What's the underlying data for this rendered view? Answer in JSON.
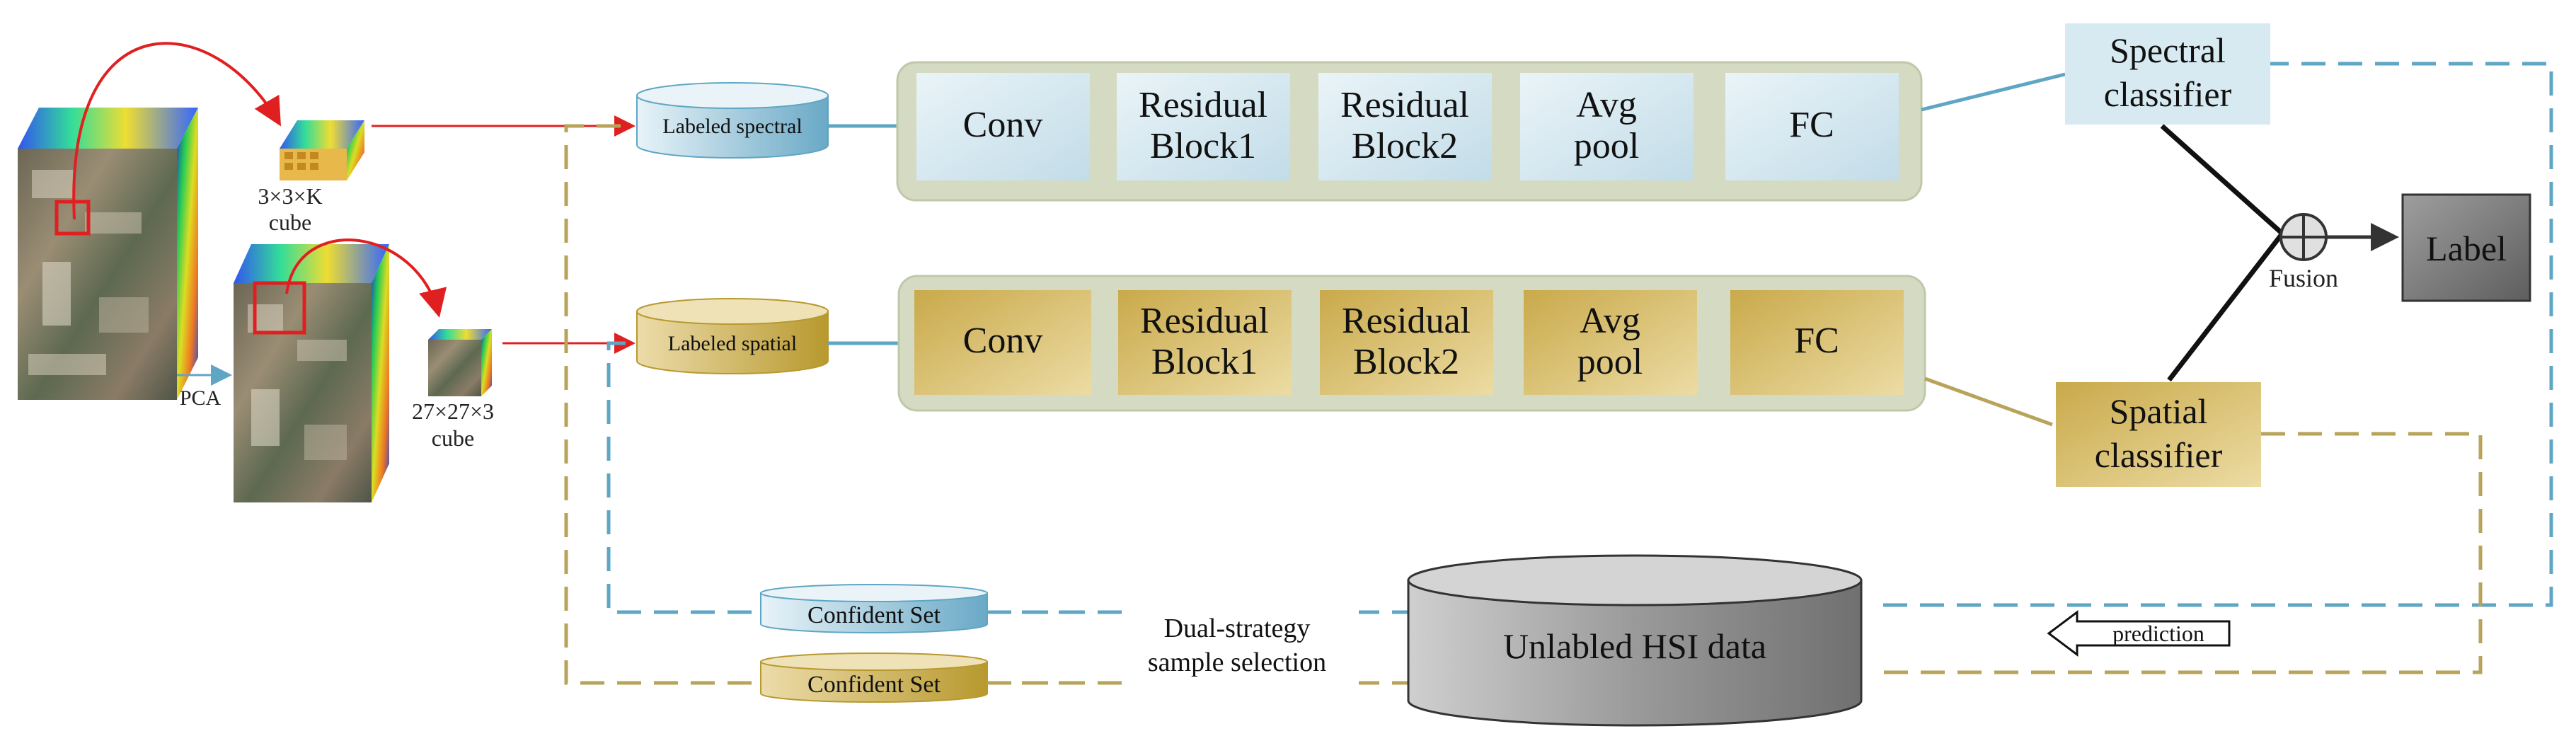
{
  "left": {
    "pca_label": "PCA",
    "small_cube_label": "3×3×K",
    "small_cube_sub": "cube",
    "large_cube_label": "27×27×3",
    "large_cube_sub": "cube"
  },
  "inputs": {
    "spectral": "Labeled spectral",
    "spatial": "Labeled spatial"
  },
  "spectral_blocks": [
    "Conv",
    "Residual Block1",
    "Residual Block2",
    "Avg pool",
    "FC"
  ],
  "spatial_blocks": [
    "Conv",
    "Residual Block1",
    "Residual Block2",
    "Avg pool",
    "FC"
  ],
  "classifiers": {
    "spectral_line1": "Spectral",
    "spectral_line2": "classifier",
    "spatial_line1": "Spatial",
    "spatial_line2": "classifier"
  },
  "fusion_label": "Fusion",
  "output_label": "Label",
  "bottom": {
    "confident_top": "Confident Set",
    "confident_bottom": "Confident Set",
    "dual_line1": "Dual-strategy",
    "dual_line2": "sample selection",
    "unlabeled": "Unlabled HSI data",
    "prediction": "prediction"
  },
  "colors": {
    "blue_line": "#5fa6c4",
    "gold_line": "#b8a35a",
    "red_arrow": "#e02020",
    "panel_bg": "#d4dbc2"
  }
}
